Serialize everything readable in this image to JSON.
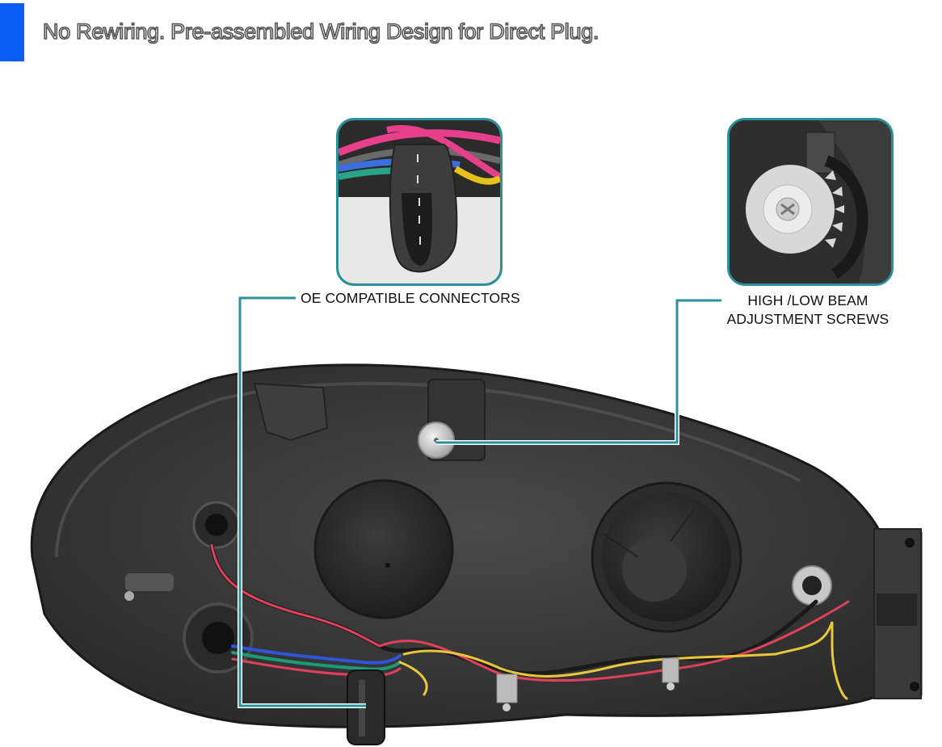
{
  "header": {
    "title": "No Rewiring. Pre-assembled Wiring Design for Direct Plug.",
    "accent_color": "#0a5cf5"
  },
  "callouts": [
    {
      "id": "connectors",
      "label": "OE COMPATIBLE CONNECTORS",
      "inset_subject": "5-pin wiring connector with colored wires"
    },
    {
      "id": "adjusters",
      "label_line1": "HIGH /LOW BEAM",
      "label_line2": "ADJUSTMENT SCREWS",
      "inset_subject": "gear-style beam adjustment screw"
    }
  ],
  "colors": {
    "callout_line": "#2a9099",
    "housing": "#3a3a3a",
    "wire_red": "#e0405a",
    "wire_yellow": "#e8c83a",
    "wire_blue": "#2f54d8",
    "wire_green": "#1c9a78",
    "wire_black": "#1a1a1a"
  },
  "product": {
    "subject": "headlight housing rear view"
  }
}
